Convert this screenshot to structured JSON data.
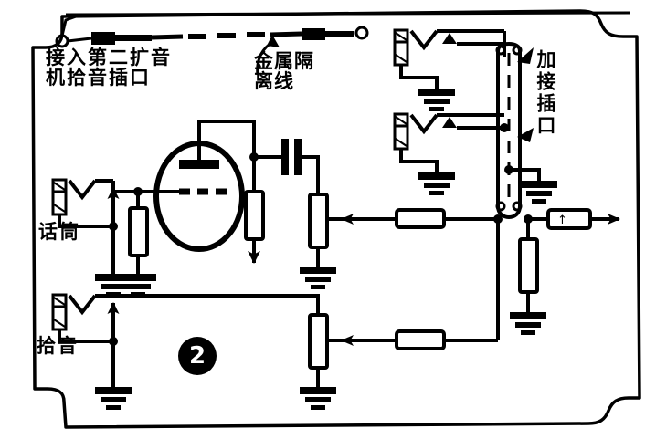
{
  "figure": {
    "number": "2",
    "type": "electronic-schematic",
    "description": "Vacuum tube preamplifier wiring diagram with microphone and pickup input jacks"
  },
  "labels": {
    "amp_input": "接入第二扩音\n机拾音插口",
    "shielded_wire": "金属隔\n离线",
    "microphone": "话筒",
    "pickup": "拾音",
    "add_jack": "加接插口"
  },
  "components": {
    "tube": {
      "name": "vacuum-tube",
      "elements": [
        "plate",
        "grid",
        "cathode"
      ]
    },
    "capacitor": {
      "name": "coupling-capacitor"
    },
    "jacks": [
      {
        "name": "mic-jack",
        "label_ref": "microphone"
      },
      {
        "name": "pickup-jack",
        "label_ref": "pickup"
      },
      {
        "name": "upper-right-jack",
        "label_ref": null
      },
      {
        "name": "lower-right-jack",
        "label_ref": null
      }
    ],
    "resistors_count": 8,
    "grounds_count": 9,
    "plug_connectors": 2
  },
  "colors": {
    "ink": "#000000",
    "paper": "#ffffff"
  }
}
